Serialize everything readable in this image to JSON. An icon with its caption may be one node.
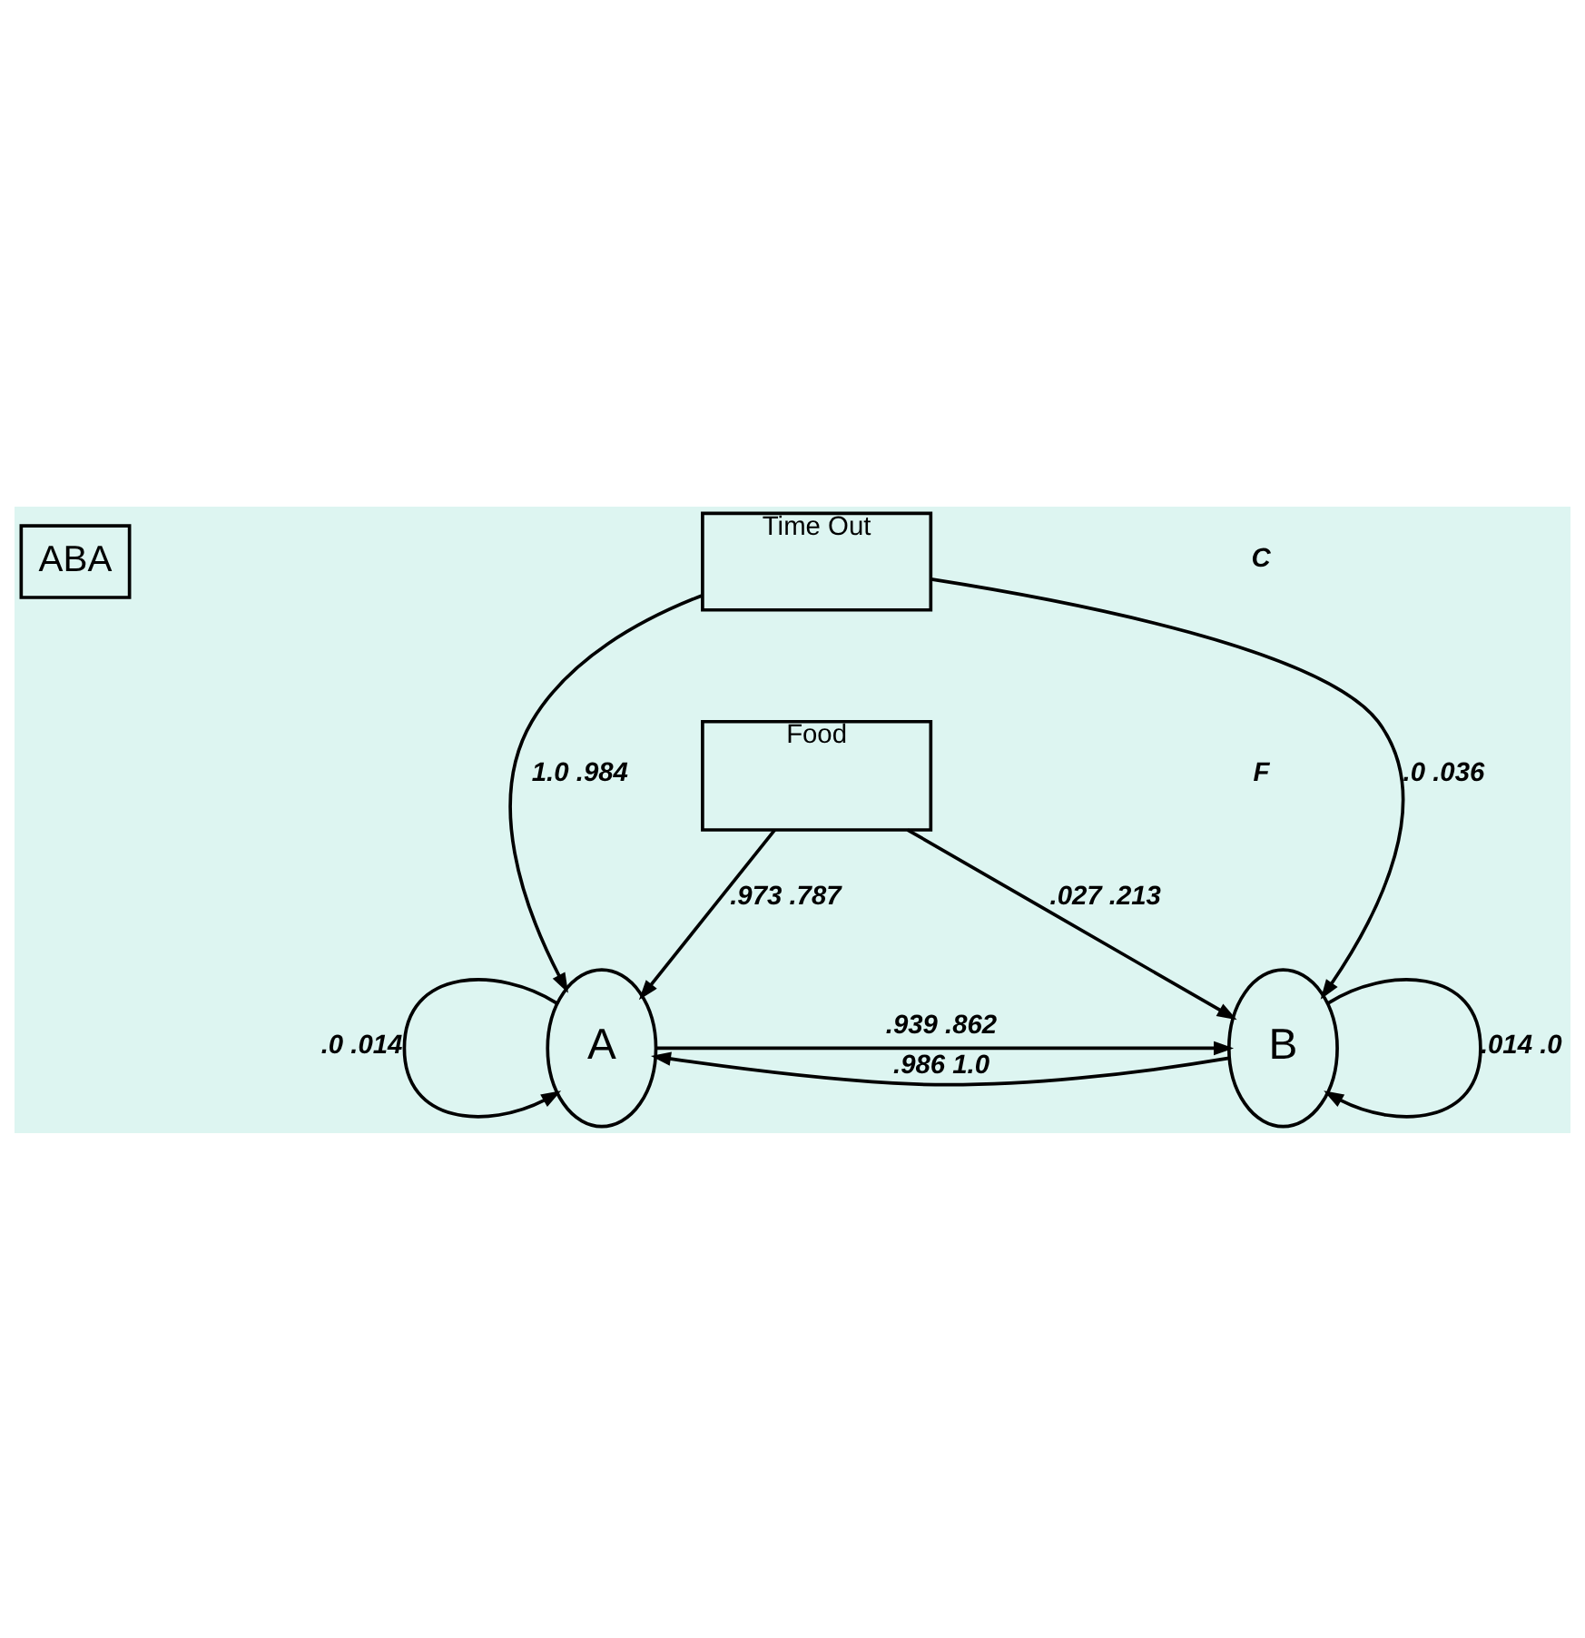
{
  "diagram": {
    "nodes": [
      {
        "text": [
          "ABA"
        ]
      },
      {
        "text": [
          "Time Out"
        ]
      },
      {
        "text": [
          "Food"
        ]
      },
      {
        "text": [
          "A"
        ]
      },
      {
        "text": [
          "B"
        ]
      }
    ],
    "edges": [
      {
        "from": 1,
        "to": 3,
        "arrow": "to",
        "label": "1.0 .984"
      },
      {
        "from": 1,
        "to": 4,
        "arrow": "to",
        "label": ".0 .036"
      },
      {
        "from": 2,
        "to": 3,
        "arrow": "to",
        "label": ".973 .787"
      },
      {
        "from": 2,
        "to": 4,
        "arrow": "to",
        "label": ".027 .213"
      },
      {
        "from": 3,
        "to": 4,
        "arrow": "to",
        "label": ".939 .862"
      },
      {
        "from": 4,
        "to": 3,
        "arrow": "to",
        "label": ".986 1.0"
      },
      {
        "from": 3,
        "to": 3,
        "arrow": "to",
        "label": ".0 .014"
      },
      {
        "from": 4,
        "to": 4,
        "arrow": "to",
        "label": ".014 .0"
      }
    ],
    "labels": [
      "C",
      "F"
    ]
  }
}
